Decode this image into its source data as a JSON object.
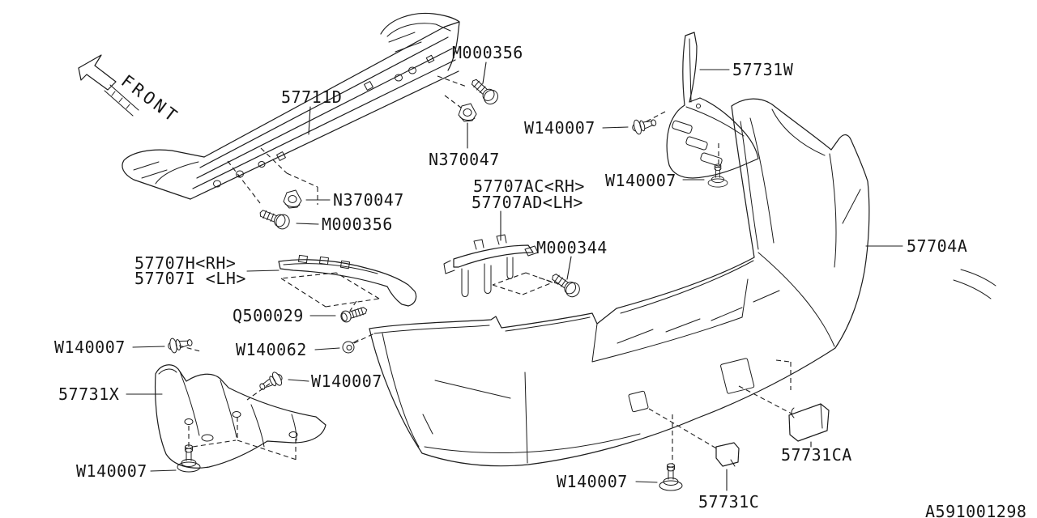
{
  "diagram": {
    "title": "rear-bumper-parts-diagram",
    "front_indicator": "FRONT",
    "drawing_code": "A591001298"
  },
  "labels": {
    "front": "FRONT",
    "beam": "57711D",
    "bolt_m000356_a": "M000356",
    "nut_n370047_a": "N370047",
    "clip_w140007_a": "W140007",
    "bracket_w": "57731W",
    "clip_w140007_b": "W140007",
    "nut_n370047_b": "N370047",
    "bolt_m000356_b": "M000356",
    "bracket_ac_rh": "57707AC<RH>",
    "bracket_ad_lh": "57707AD<LH>",
    "bumper": "57704A",
    "bolt_m000344": "M000344",
    "rail_h_rh": "57707H<RH>",
    "rail_i_lh": "57707I <LH>",
    "screw_q500029": "Q500029",
    "clip_w140007_c": "W140007",
    "clip_w140062": "W140062",
    "clip_w140007_d": "W140007",
    "shield_x": "57731X",
    "clip_w140007_e": "W140007",
    "clip_w140007_f": "W140007",
    "cover_c": "57731C",
    "cover_ca": "57731CA",
    "drawing_code": "A591001298"
  }
}
